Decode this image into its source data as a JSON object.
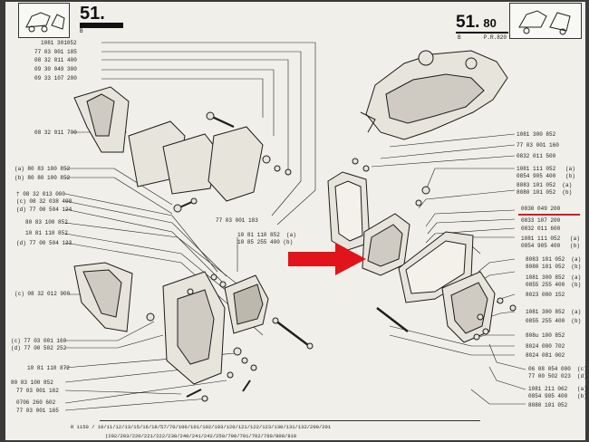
{
  "header": {
    "left_page": "51.",
    "left_sub": "B",
    "right_page_main": "51.",
    "right_page_sub": "80",
    "right_sub": "B       P.R.820"
  },
  "labels_left_top": [
    "1081 301052",
    "77 03 001 185",
    "08 32 011 400",
    "09 30 049 300",
    "09 33 107 200",
    "08 32 011 700"
  ],
  "labels_left_mid": [
    "(a) 80 83 100 852",
    "(b) 80 80 100 852",
    "† 08 32 013 000",
    "(c) 08 32 038 400",
    "(d) 77 00 504 124",
    "80 83 100 852",
    "10 81 110 852",
    "(d) 77 00 504 123",
    "(c) 08 32 012 900"
  ],
  "labels_left_bottom": [
    "(c) 77 03 001 160",
    "(d) 77 00 502 252",
    "10 81 110 872",
    "80 83 100 852",
    "77 03 001 162",
    "0706 260 602",
    "77 03 001 165"
  ],
  "labels_center": [
    "77 03 001 183",
    "10 81 110 852  (a)",
    "10 85 255 400 (b)"
  ],
  "labels_right": [
    "1081 300 852",
    "77 03 001 160",
    "0832 011 500",
    "1081 111 052   (a)",
    "0854 905 400   (b)",
    "8083 101 052  (a)",
    "8080 101 052  (b)",
    "0830 049 200",
    "0833 107 200",
    "0832 011 600",
    "1081 111 052   (a)",
    "0854 905 400   (b)",
    "8083 101 052  (a)",
    "8080 101 052  (b)",
    "1081 300 852  (a)",
    "0855 255 400  (b)",
    "8023 080 152",
    "1081 300 852  (a)",
    "0855 255 400  (b)",
    "808u 100 852",
    "8024 080 702",
    "8024 081 002",
    "06 08 054 000  (c)",
    "77 00 502 023  (d)",
    "1081 211 062   (a)",
    "0854 905 400   (b)",
    "8080 101 052"
  ],
  "footer": {
    "models": "R 1150 / 10/11/12/13/15/16/18/57/70/100/101/102/103/120/121/122/123/130/131/132/200/201",
    "models_cont": "(202/203/220/221/222/238/240/241/242/250/700/701/702/760/800/810"
  },
  "colors": {
    "paper": "#f1efe9",
    "ink": "#1d1d1d",
    "highlight": "#e0141a"
  }
}
